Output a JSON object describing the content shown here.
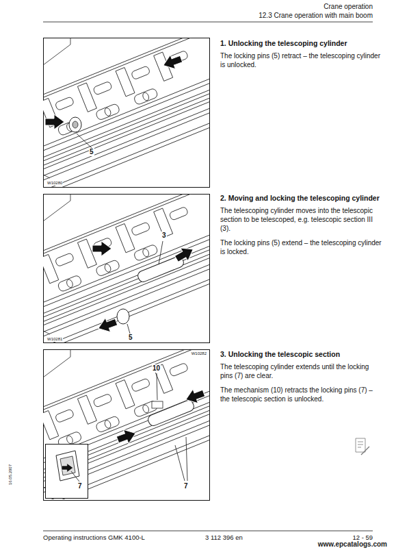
{
  "diagram": {
    "labels": [
      "Crane operation",
      "12.3 Crane operation with main boom",
      "1. Unlocking the telescoping cylinder",
      "The locking pins (5) retract – the telescoping cylinder is unlocked.",
      "5",
      "W10280",
      "2. Moving and locking the telescoping cylinder",
      "The telescoping cylinder moves into the telescopic section to be telescoped, e.g. telescopic section III (3).",
      "The locking pins (5) extend – the telescoping cylinder is locked.",
      "3",
      "5",
      "W10281",
      "3. Unlocking the telescopic section",
      "The telescoping cylinder extends until the locking pins (7) are clear.",
      "The mechanism (10) retracts the locking pins (7) – the telescopic section is unlocked.",
      "W10282",
      "10",
      "7",
      "7",
      "16.05.2007",
      "Operating instructions GMK 4100-L",
      "3 112 396 en",
      "12 - 59",
      "www.epcatalogs.com"
    ]
  }
}
